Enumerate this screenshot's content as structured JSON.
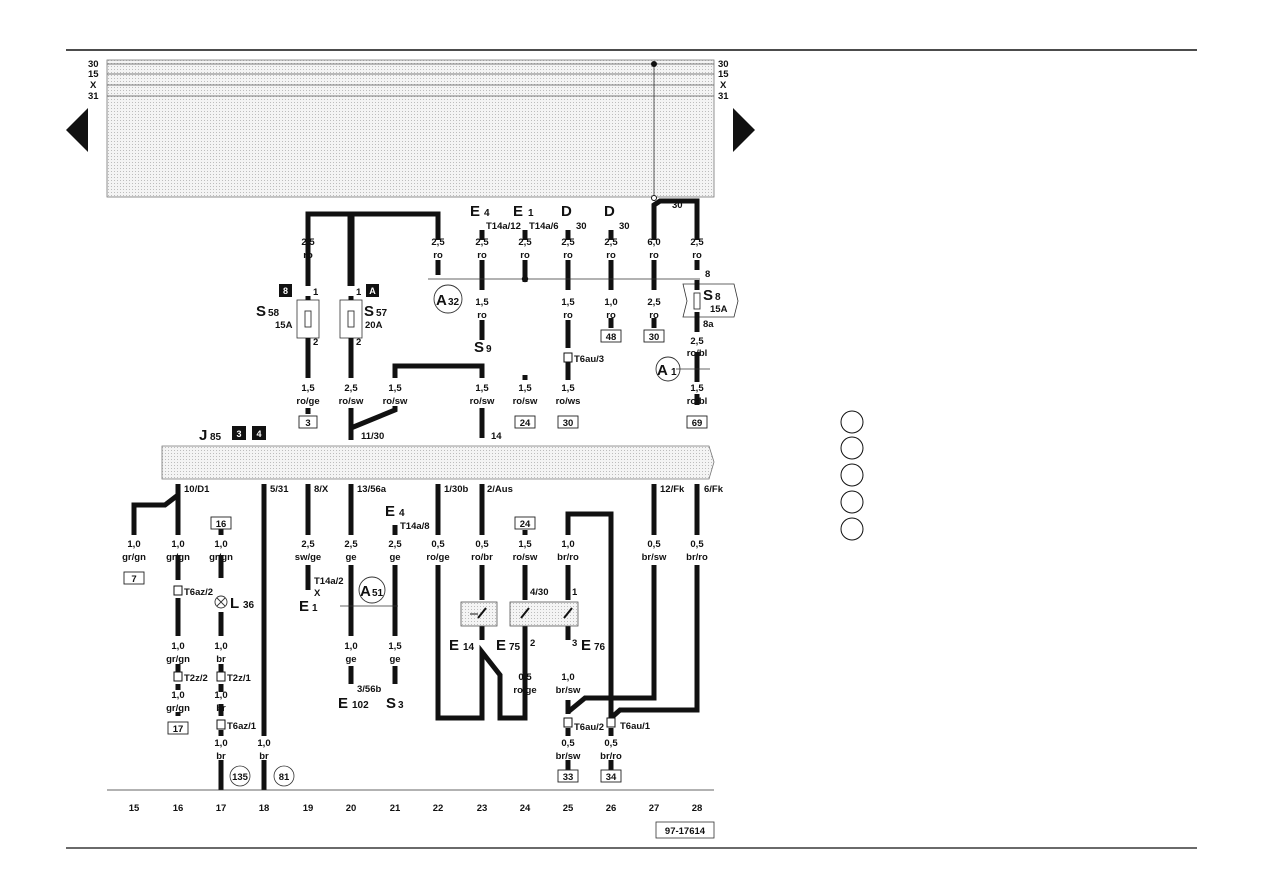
{
  "bus_labels": [
    "30",
    "15",
    "X",
    "31"
  ],
  "relay": {
    "name": "J",
    "num": "85",
    "badges": [
      "3",
      "4"
    ]
  },
  "fuses": [
    {
      "name": "S",
      "num": "58",
      "rating": "15A",
      "badge": "8",
      "in_pin": "1",
      "out_pin": "2"
    },
    {
      "name": "S",
      "num": "57",
      "rating": "20A",
      "badge": "A",
      "in_pin": "1",
      "out_pin": "2"
    },
    {
      "name": "S",
      "num": "8",
      "rating": "15A",
      "in_pin": "8",
      "out_pin": "8a"
    }
  ],
  "top_components": [
    {
      "name": "E",
      "num": "4",
      "pin": "T14a/12"
    },
    {
      "name": "E",
      "num": "1",
      "pin": "T14a/6"
    },
    {
      "name": "D",
      "num": "",
      "pin": "30"
    },
    {
      "name": "D",
      "num": "",
      "pin": "30"
    }
  ],
  "top_label_30": "30",
  "wires_top": [
    {
      "size": "2,5",
      "color": "ro"
    },
    {
      "size": "2,5",
      "color": "ro"
    },
    {
      "size": "2,5",
      "color": "ro"
    },
    {
      "size": "2,5",
      "color": "ro"
    },
    {
      "size": "2,5",
      "color": "ro"
    },
    {
      "size": "2,5",
      "color": "ro"
    },
    {
      "size": "6,0",
      "color": "ro"
    },
    {
      "size": "2,5",
      "color": "ro"
    }
  ],
  "wires_mid": [
    {
      "size": "1,5",
      "color": "ro/ge"
    },
    {
      "size": "2,5",
      "color": "ro/sw"
    },
    {
      "size": "1,5",
      "color": "ro/sw"
    },
    {
      "size": "1,5",
      "color": "ro/sw"
    },
    {
      "size": "1,5",
      "color": "ro/sw"
    },
    {
      "size": "1,5",
      "color": "ro/ws"
    },
    {
      "size": "1,5",
      "color": "ro"
    },
    {
      "size": "1,0",
      "color": "ro"
    },
    {
      "size": "2,5",
      "color": "ro"
    },
    {
      "size": "2,5",
      "color": "ro"
    },
    {
      "size": "2,5",
      "color": "ro/bl"
    },
    {
      "size": "1,5",
      "color": "ro/bl"
    }
  ],
  "connectors": [
    {
      "name": "A",
      "num": "32"
    },
    {
      "name": "A",
      "num": "1"
    },
    {
      "name": "A",
      "num": "51"
    }
  ],
  "s9": {
    "name": "S",
    "num": "9"
  },
  "ref_boxes_mid": [
    "3",
    "24",
    "30",
    "69",
    "48",
    "30"
  ],
  "t6au3": "T6au/3",
  "j85_top_pins": [
    "11/30",
    "14"
  ],
  "j85_bottom_pins": [
    "10/D1",
    "5/31",
    "8/X",
    "13/56a",
    "1/30b",
    "2/Aus",
    "12/Fk",
    "6/Fk"
  ],
  "wires_bottom": [
    {
      "size": "1,0",
      "color": "gr/gn"
    },
    {
      "size": "1,0",
      "color": "gr/gn"
    },
    {
      "size": "1,0",
      "color": "gr/gn"
    },
    {
      "size": "2,5",
      "color": "sw/ge"
    },
    {
      "size": "2,5",
      "color": "ge"
    },
    {
      "size": "2,5",
      "color": "ge"
    },
    {
      "size": "0,5",
      "color": "ro/ge"
    },
    {
      "size": "0,5",
      "color": "ro/br"
    },
    {
      "size": "1,5",
      "color": "ro/sw"
    },
    {
      "size": "1,0",
      "color": "br/ro"
    },
    {
      "size": "0,5",
      "color": "br/sw"
    },
    {
      "size": "0,5",
      "color": "br/ro"
    }
  ],
  "wires_lower": [
    {
      "size": "1,0",
      "color": "gr/gn"
    },
    {
      "size": "1,0",
      "color": "br"
    },
    {
      "size": "1,0",
      "color": "gr/gn"
    },
    {
      "size": "1,0",
      "color": "br"
    },
    {
      "size": "1,0",
      "color": "br"
    },
    {
      "size": "1,0",
      "color": "br"
    },
    {
      "size": "1,0",
      "color": "ge"
    },
    {
      "size": "1,5",
      "color": "ge"
    },
    {
      "size": "0,5",
      "color": "ro/ge"
    },
    {
      "size": "1,0",
      "color": "br/sw"
    },
    {
      "size": "0,5",
      "color": "br/sw"
    },
    {
      "size": "0,5",
      "color": "br/ro"
    }
  ],
  "ref_boxes_bottom": [
    "7",
    "16",
    "24",
    "17",
    "33",
    "34"
  ],
  "circle_refs": [
    "135",
    "81"
  ],
  "connector_pins": [
    "T6az/2",
    "T2z/2",
    "T2z/1",
    "T6az/1",
    "T14a/2",
    "X",
    "T14a/8",
    "4/30",
    "1",
    "2",
    "3",
    "T6au/2",
    "T6au/1",
    "3/56b"
  ],
  "lower_components": [
    {
      "name": "L",
      "num": "36"
    },
    {
      "name": "E",
      "num": "1"
    },
    {
      "name": "E",
      "num": "4"
    },
    {
      "name": "E",
      "num": "102"
    },
    {
      "name": "S",
      "num": "3"
    },
    {
      "name": "E",
      "num": "14"
    },
    {
      "name": "E",
      "num": "75"
    },
    {
      "name": "E",
      "num": "76"
    }
  ],
  "columns": [
    "15",
    "16",
    "17",
    "18",
    "19",
    "20",
    "21",
    "22",
    "23",
    "24",
    "25",
    "26",
    "27",
    "28"
  ],
  "figure_id": "97-17614"
}
